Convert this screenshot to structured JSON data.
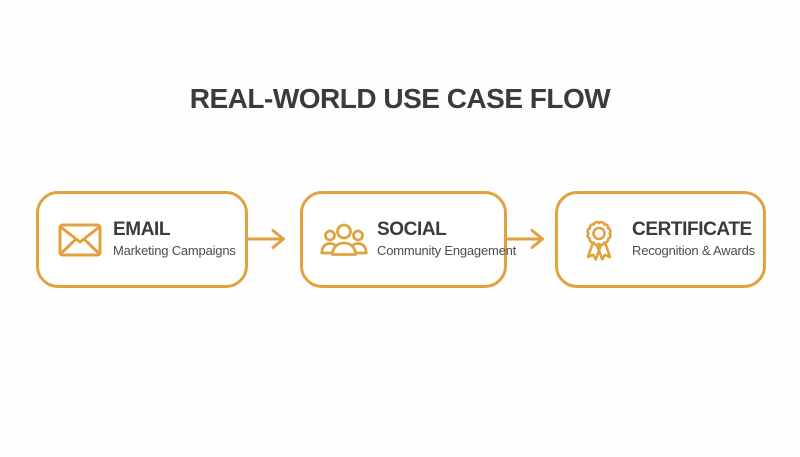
{
  "page": {
    "title": "REAL-WORLD USE CASE FLOW"
  },
  "colors": {
    "accent": "#E0A23F",
    "title_text": "#3B3B3B",
    "subtitle_text": "#4C4C4C",
    "background": "#FDFDFC",
    "card_background": "#FFFFFF"
  },
  "flow": {
    "steps": [
      {
        "title": "EMAIL",
        "subtitle": "Marketing Campaigns",
        "icon": "envelope-icon"
      },
      {
        "title": "SOCIAL",
        "subtitle": "Community Engagement",
        "icon": "people-group-icon"
      },
      {
        "title": "CERTIFICATE",
        "subtitle": "Recognition & Awards",
        "icon": "award-ribbon-icon"
      }
    ],
    "connector": "arrow-right"
  }
}
